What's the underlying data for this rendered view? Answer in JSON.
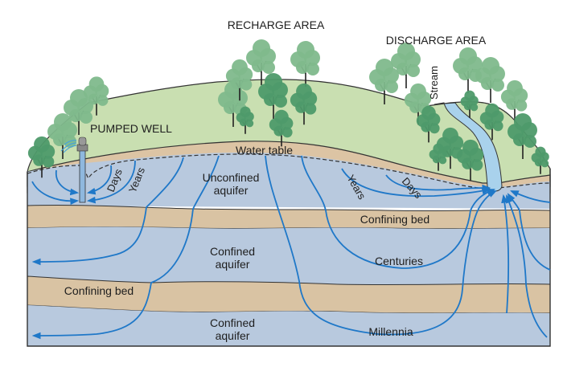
{
  "title": "Groundwater flow paths",
  "areas": {
    "recharge": "RECHARGE AREA",
    "discharge": "DISCHARGE AREA",
    "pumped_well": "PUMPED WELL",
    "stream": "Stream"
  },
  "layers": {
    "water_table": "Water table",
    "unconfined_aquifer": [
      "Unconfined",
      "aquifer"
    ],
    "confining_bed_upper": "Confining bed",
    "confined_aquifer_upper": [
      "Confined",
      "aquifer"
    ],
    "confining_bed_lower": "Confining bed",
    "confined_aquifer_lower": [
      "Confined",
      "aquifer"
    ]
  },
  "flow_times": {
    "well_days": "Days",
    "well_years": "Years",
    "stream_years": "Years",
    "stream_days": "Days",
    "centuries": "Centuries",
    "millennia": "Millennia"
  },
  "colors": {
    "land": "#c9dfb1",
    "tree_light": "#7fb98c",
    "tree_dark": "#4e9a6a",
    "unsaturated": "#dcc4a4",
    "aquifer": "#b8c9de",
    "confining_bed": "#d9c3a3",
    "flow_line": "#1f78c8",
    "stream": "#a9d2ec",
    "outline": "#333333"
  }
}
